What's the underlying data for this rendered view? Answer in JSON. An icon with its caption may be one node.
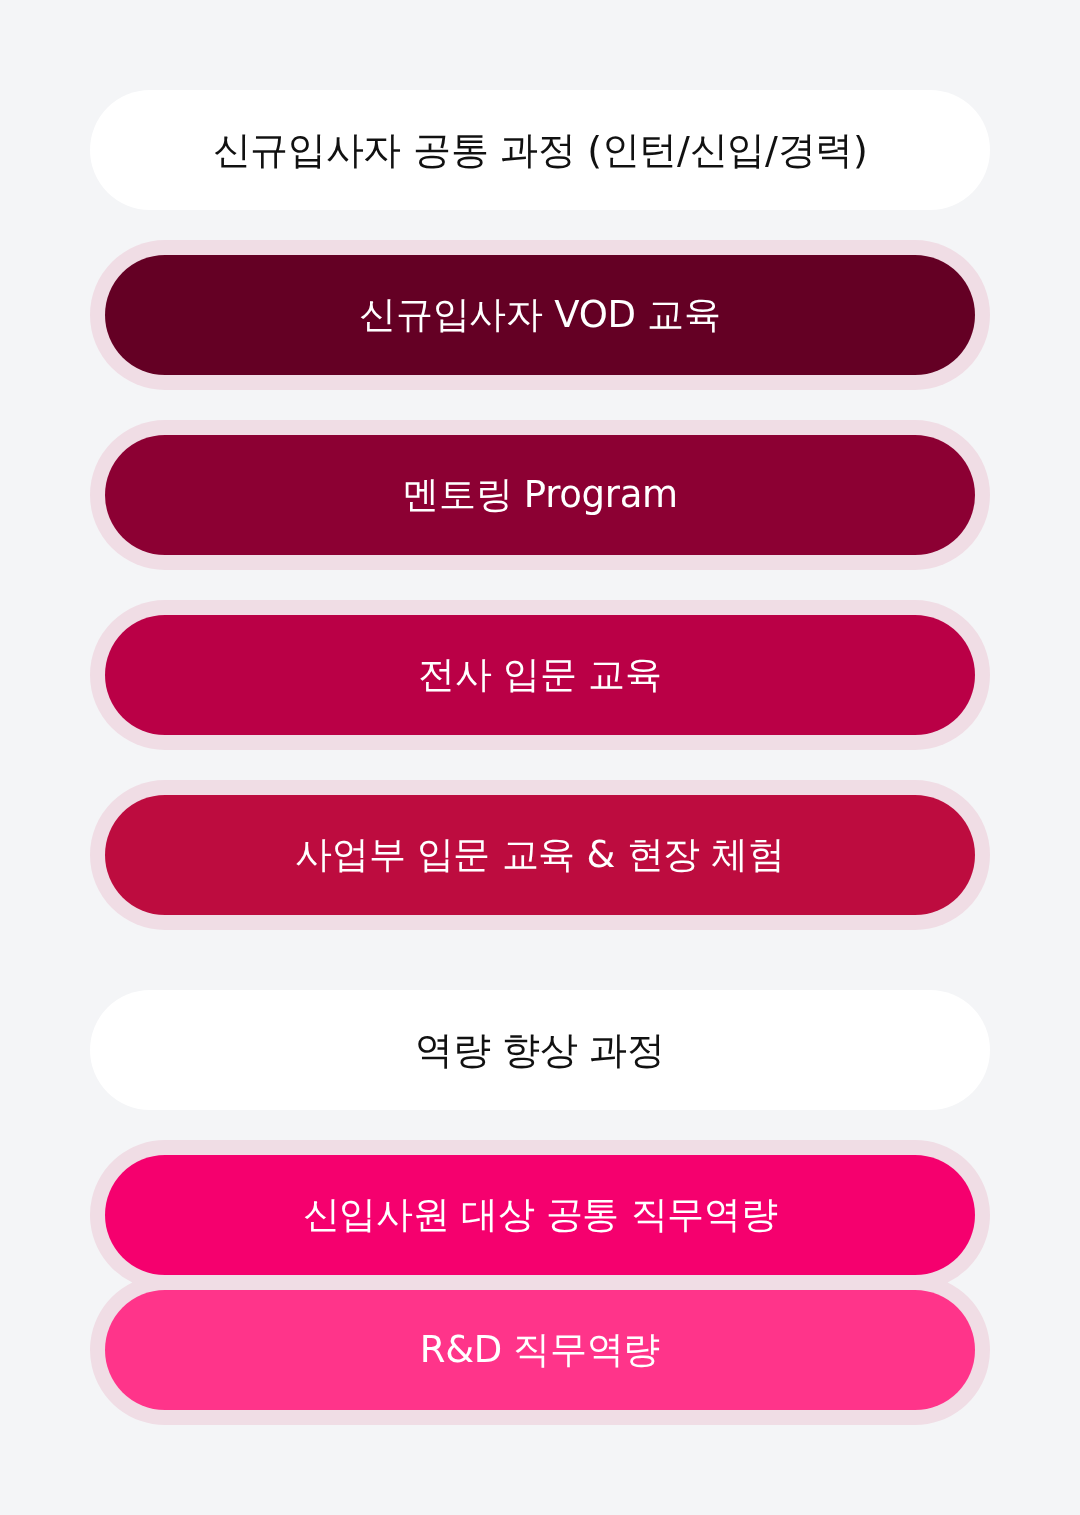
{
  "diagram": {
    "nodes": [
      {
        "text": [
          "신규입사자 공통 과정 (인턴/신입/경력)"
        ]
      },
      {
        "text": [
          "신규입사자 VOD 교육"
        ]
      },
      {
        "text": [
          "멘토링 Program"
        ]
      },
      {
        "text": [
          "전사 입문 교육"
        ]
      },
      {
        "text": [
          "사업부 입문 교육 & 현장 체험"
        ]
      },
      {
        "text": [
          "역량 향상 과정"
        ]
      },
      {
        "text": [
          "신입사원 대상 공통 직무역량"
        ]
      },
      {
        "text": [
          "R&D 직무역량"
        ]
      }
    ]
  }
}
